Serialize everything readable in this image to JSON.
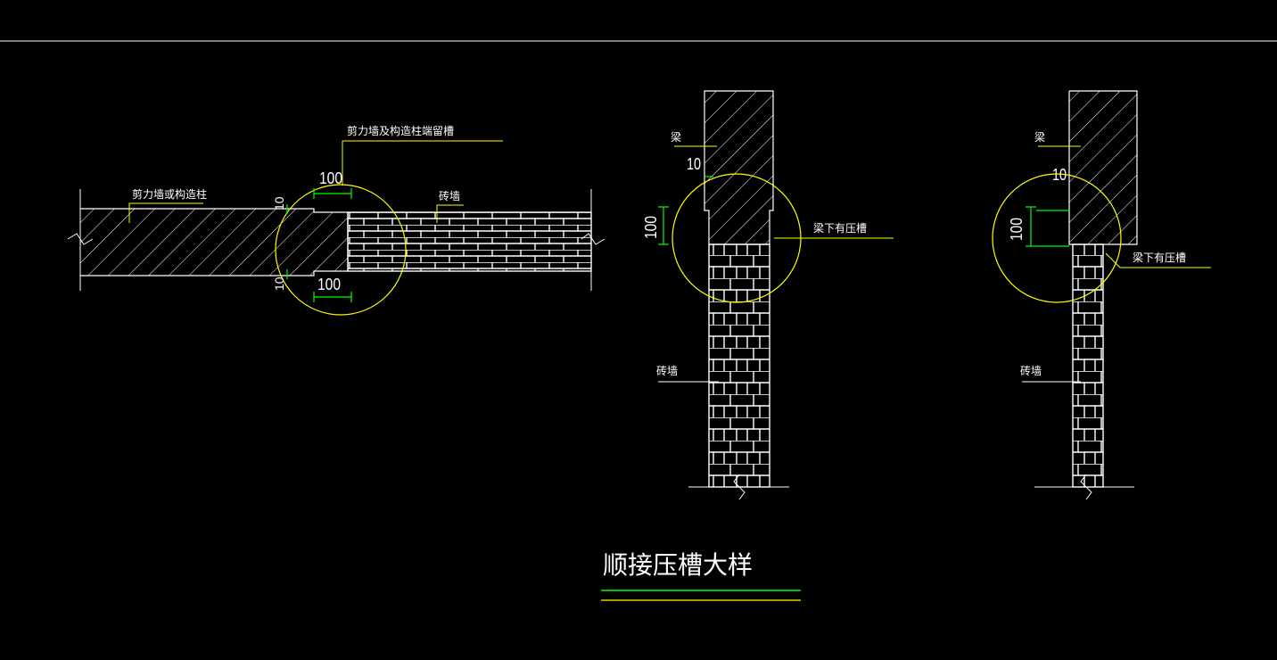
{
  "drawing": {
    "title": "顺接压槽大样",
    "colors": {
      "background": "#000000",
      "line": "#ffffff",
      "leader": "#ffff00",
      "dimension": "#00ff00",
      "title_underline_top": "#00ff00",
      "title_underline_bottom": "#ffff00"
    }
  },
  "detail_1": {
    "label_groove": "剪力墙及构造柱端留槽",
    "label_column": "剪力墙或构造柱",
    "label_brick": "砖墙",
    "dim_top": "100",
    "dim_bottom": "100",
    "dim_side_top": "10",
    "dim_side_bottom": "10"
  },
  "detail_2": {
    "label_beam": "梁",
    "label_groove": "梁下有压槽",
    "label_brick": "砖墙",
    "dim_10": "10",
    "dim_100": "100"
  },
  "detail_3": {
    "label_beam": "梁",
    "label_groove": "梁下有压槽",
    "label_brick": "砖墙",
    "dim_10": "10",
    "dim_100": "100"
  }
}
